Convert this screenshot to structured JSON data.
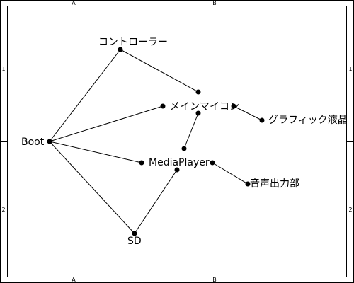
{
  "sheet": {
    "columns": [
      "A",
      "B"
    ],
    "rows": [
      "1",
      "2"
    ]
  },
  "nodes": [
    {
      "id": "boot",
      "label": "Boot"
    },
    {
      "id": "controller",
      "label": "コントローラー"
    },
    {
      "id": "main-mcu",
      "label": "メインマイコン"
    },
    {
      "id": "graphic-lcd",
      "label": "グラフィック液晶"
    },
    {
      "id": "media-player",
      "label": "MediaPlayer"
    },
    {
      "id": "audio-out",
      "label": "音声出力部"
    },
    {
      "id": "sd",
      "label": "SD"
    }
  ],
  "edges": [
    {
      "from": "boot",
      "to": "controller"
    },
    {
      "from": "boot",
      "to": "main-mcu"
    },
    {
      "from": "boot",
      "to": "media-player"
    },
    {
      "from": "boot",
      "to": "sd"
    },
    {
      "from": "controller",
      "to": "main-mcu"
    },
    {
      "from": "main-mcu",
      "to": "graphic-lcd"
    },
    {
      "from": "main-mcu",
      "to": "media-player"
    },
    {
      "from": "media-player",
      "to": "audio-out"
    },
    {
      "from": "sd",
      "to": "media-player"
    }
  ]
}
